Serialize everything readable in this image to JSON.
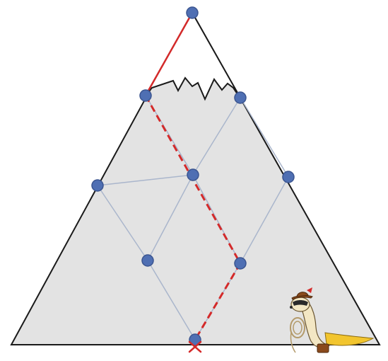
{
  "diagram": {
    "shape": "mountain-triangle",
    "colors": {
      "mountain_fill": "#e3e3e3",
      "mountain_outline": "#1a1a1a",
      "lattice_edge": "#aab6cc",
      "node_fill": "#4f6fb3",
      "node_stroke": "#3b5590",
      "path": "#d42a2a",
      "background": "#ffffff"
    },
    "path_style": {
      "summit_segment": "solid",
      "lower_segments": "dashed"
    },
    "start_marker": "red-x-icon",
    "character": "cowboy-weasel-with-lasso"
  }
}
